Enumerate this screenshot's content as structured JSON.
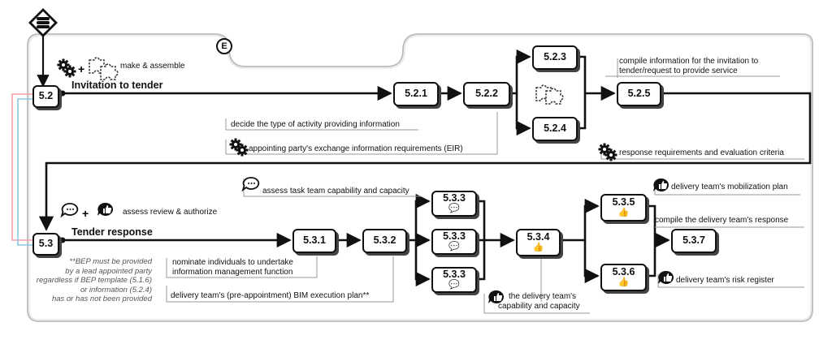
{
  "badge": "E",
  "headers": {
    "invitation": "Invitation to tender",
    "tender": "Tender response"
  },
  "nodes": {
    "n52": "5.2",
    "n521": "5.2.1",
    "n522": "5.2.2",
    "n523": "5.2.3",
    "n524": "5.2.4",
    "n525": "5.2.5",
    "n53": "5.3",
    "n531": "5.3.1",
    "n532": "5.3.2",
    "n533a": "5.3.3",
    "n533b": "5.3.3",
    "n533c": "5.3.3",
    "n534": "5.3.4",
    "n535": "5.3.5",
    "n536": "5.3.6",
    "n537": "5.3.7"
  },
  "labels": {
    "make_assemble": "make  & assemble",
    "decide": "decide the type of activity providing information",
    "eir": "appointing party's exchange information requirements (EIR)",
    "compile_invitation": [
      "compile information for the invitation to",
      "tender/request to provide service"
    ],
    "response_req": "response requirements and evaluation criteria",
    "assess_review": "assess review & authorize",
    "assess_task": "assess task team capability and capacity",
    "nominate": [
      "nominate individuals to undertake",
      "information management function"
    ],
    "bep": "delivery team's (pre-appointment) BIM execution plan**",
    "capability": [
      "the delivery team's",
      "capability and capacity"
    ],
    "mobilization": "delivery team's mobilization plan",
    "compile_response": "compile the delivery team's response",
    "risk": "delivery team's risk register"
  },
  "note": [
    "**BEP must be provided",
    "by a lead appointed party",
    "regardless if BEP template (5.1.6)",
    "or information (5.2.4)",
    "has or has not been provided"
  ],
  "icons": {
    "start": "database-diamond-icon",
    "make": "gears-icon",
    "assemble": "puzzle-icon",
    "review": "speech-bubble-icon",
    "authorize": "thumbs-up-icon"
  }
}
